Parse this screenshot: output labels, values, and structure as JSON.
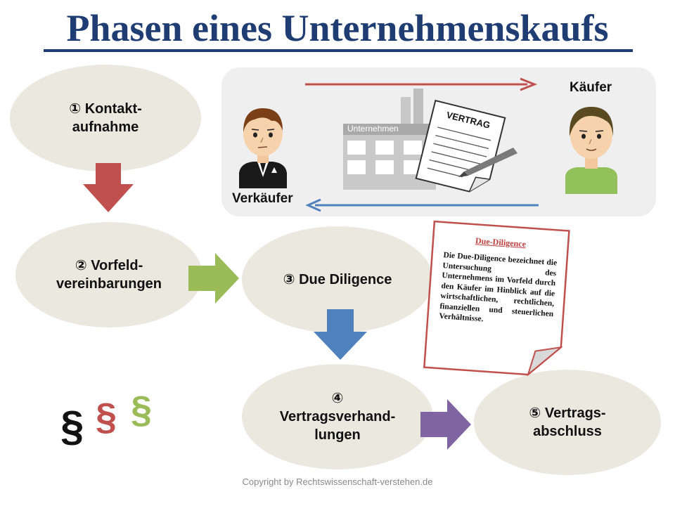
{
  "title": "Phasen eines Unternehmenskaufs",
  "phases": [
    {
      "line1": "① Kontakt-",
      "line2": "aufnahme"
    },
    {
      "line1": "② Vorfeld-",
      "line2": "vereinbarungen"
    },
    {
      "line1": "③ Due Diligence"
    },
    {
      "line1": "④",
      "line2": "Vertragsverhand-",
      "line3": "lungen"
    },
    {
      "line1": "⑤ Vertrags-",
      "line2": "abschluss"
    }
  ],
  "scene": {
    "buyer_label": "Käufer",
    "seller_label": "Verkäufer",
    "factory_sign": "Unternehmen",
    "contract_heading": "VERTRAG"
  },
  "note": {
    "title": "Due-Diligence",
    "body": "Die Due-Diligence bezeichnet die Untersuchung des Unternehmens im Vorfeld durch den Käufer im Hinblick auf die wirtschaftlichen, rechtlichen, finanziellen und steuerlichen Verhältnisse."
  },
  "paragraph_symbol": "§",
  "copyright": "Copyright by Rechtswissenschaft-verstehen.de",
  "colors": {
    "title": "#1f3d73",
    "ellipse": "#ebe8df",
    "arrow_red": "#c0504d",
    "arrow_green": "#9bbb59",
    "arrow_blue": "#4f81bd",
    "arrow_purple": "#8064a2"
  }
}
